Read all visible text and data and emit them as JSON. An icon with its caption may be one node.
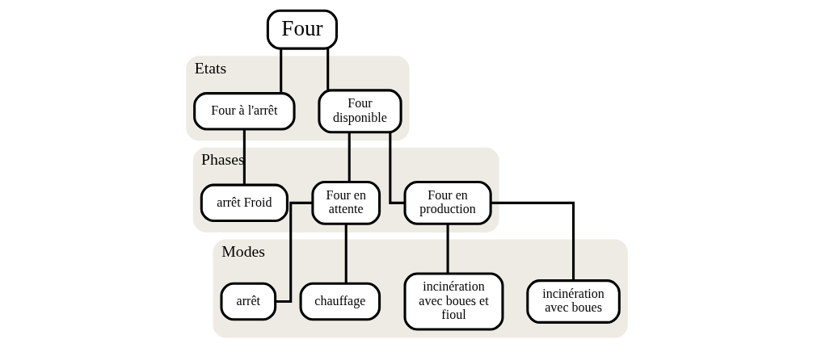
{
  "diagram": {
    "nodes": [
      {
        "text": [
          "Four"
        ]
      },
      {
        "text": [
          "Etats"
        ]
      },
      {
        "text": [
          "Four disponible"
        ],
        "in": 1
      },
      {
        "text": [
          "Four à l'arrêt"
        ],
        "in": 1
      },
      {
        "text": [
          "Phases"
        ]
      },
      {
        "text": [
          "Four en production"
        ],
        "in": 4
      },
      {
        "text": [
          "Four en attente"
        ],
        "in": 4
      },
      {
        "text": [
          "arrêt Froid"
        ],
        "in": 4
      },
      {
        "text": [
          "Modes"
        ]
      },
      {
        "text": [
          "incinération avec boues"
        ],
        "in": 8
      },
      {
        "text": [
          "incinération avec boues et fioul"
        ],
        "in": 8
      },
      {
        "text": [
          "chauffage"
        ],
        "in": 8
      },
      {
        "text": [
          "arrêt"
        ],
        "in": 8
      }
    ],
    "edges": [
      {
        "from": 0,
        "to": 2,
        "arrow": "none"
      },
      {
        "from": 0,
        "to": 3,
        "arrow": "none"
      },
      {
        "from": 2,
        "to": 5,
        "arrow": "none"
      },
      {
        "from": 2,
        "to": 6,
        "arrow": "none"
      },
      {
        "from": 3,
        "to": 7,
        "arrow": "none"
      },
      {
        "from": 5,
        "to": 9,
        "arrow": "none"
      },
      {
        "from": 5,
        "to": 10,
        "arrow": "none"
      },
      {
        "from": 6,
        "to": 11,
        "arrow": "none"
      },
      {
        "from": 6,
        "to": 12,
        "arrow": "none"
      }
    ]
  }
}
